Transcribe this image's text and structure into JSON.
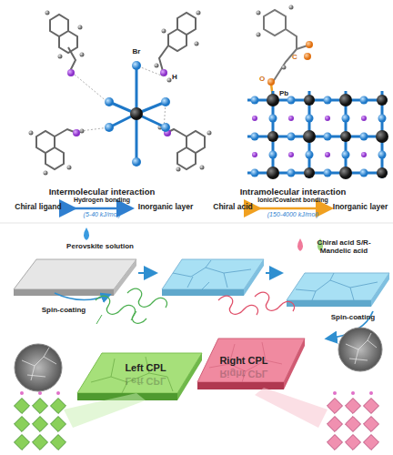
{
  "diagram": {
    "labels": [
      "Br",
      "H",
      "C",
      "O",
      "Pb",
      "Intermolecular interaction",
      "Chiral ligand",
      "Hydrogen bonding",
      "(5-40 kJ/mol)",
      "Inorganic layer",
      "Intramolecular interaction",
      "Chiral acid",
      "Ionic/Covalent bonding",
      "(150-4000 kJ/mol)",
      "Inorganic layer",
      "Perovskite solution",
      "Spin-coating",
      "Chiral acid S/R-Mandelic acid",
      "Spin-coating",
      "Left CPL",
      "Left CPL",
      "Right CPL",
      "Right CPL"
    ]
  }
}
